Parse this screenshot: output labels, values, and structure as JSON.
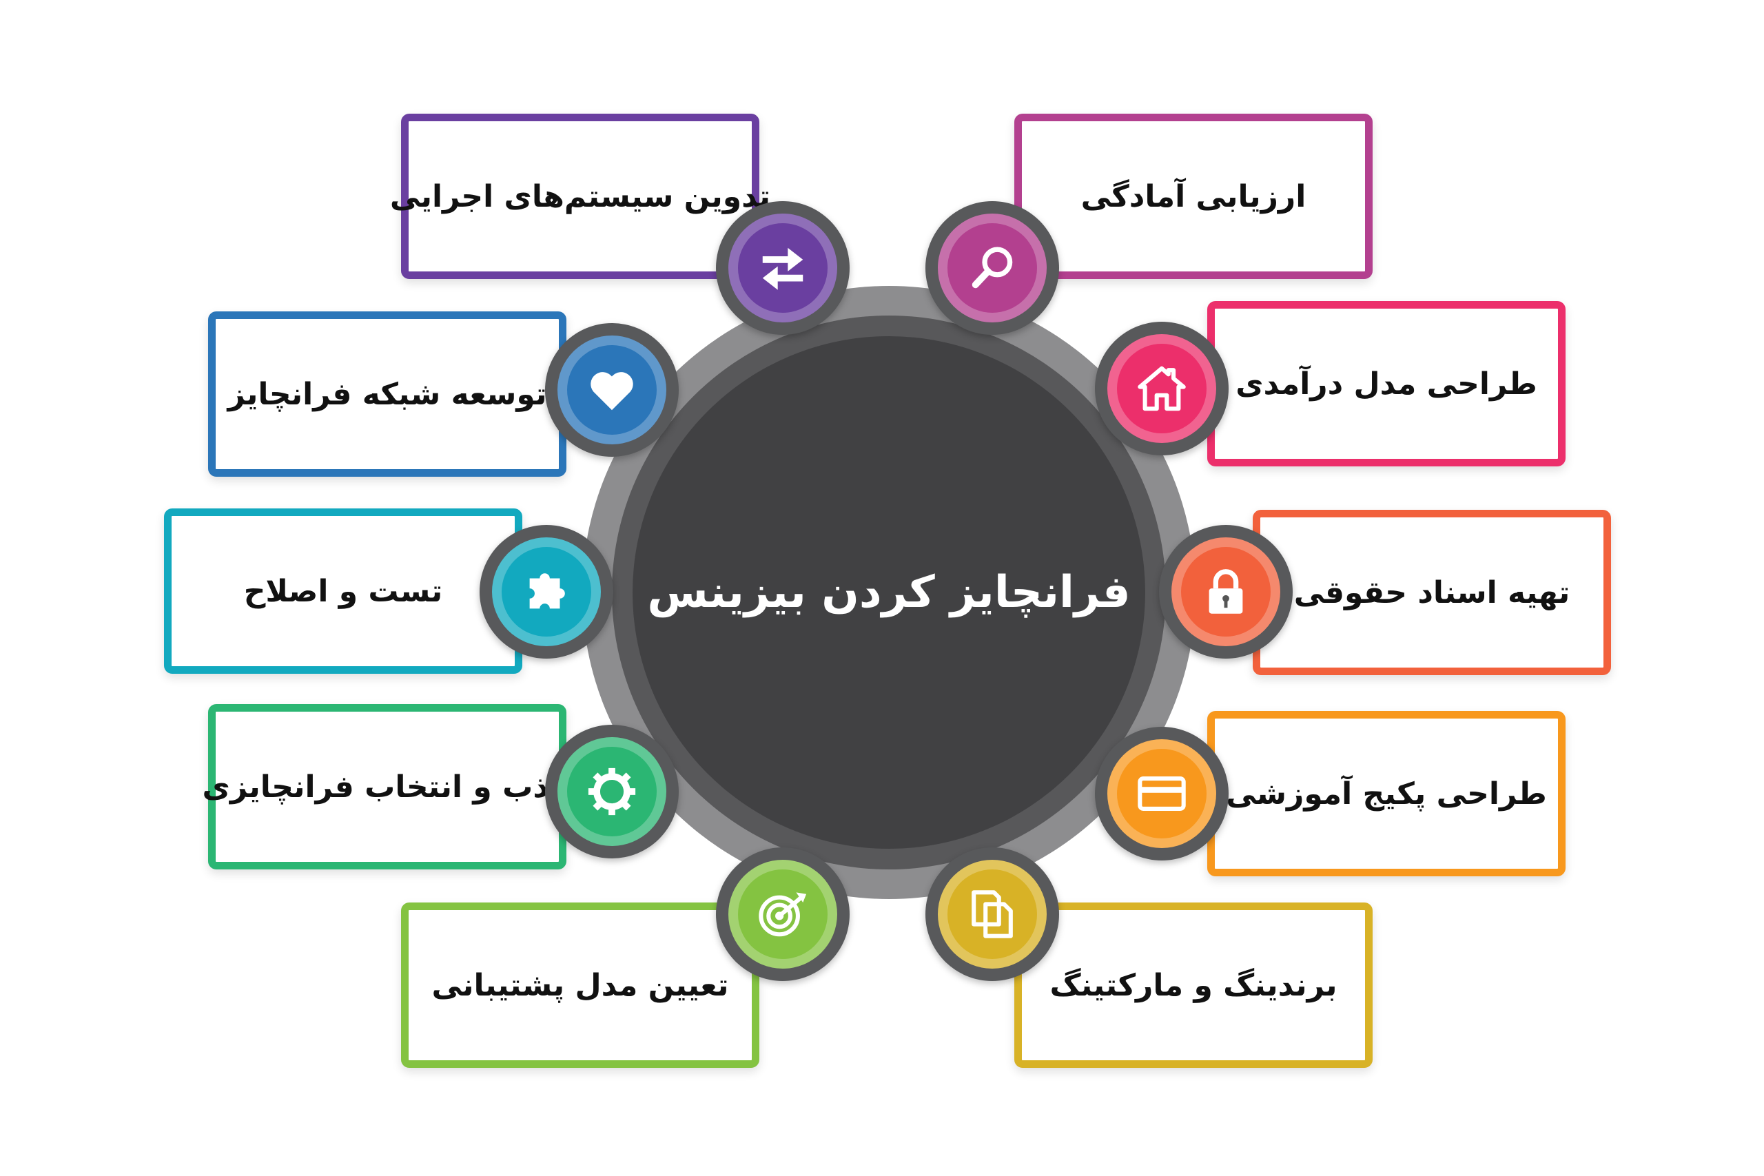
{
  "center": {
    "title": "فرانچایز کردن بیزینس"
  },
  "steps": [
    {
      "id": "readiness",
      "label": "ارزیابی آمادگی",
      "color": "#b3408f",
      "icon": "search-icon"
    },
    {
      "id": "revenue",
      "label": "طراحی مدل درآمدی",
      "color": "#ec2f6b",
      "icon": "house-icon"
    },
    {
      "id": "legal",
      "label": "تهیه اسناد حقوقی",
      "color": "#f2613c",
      "icon": "lock-icon"
    },
    {
      "id": "training",
      "label": "طراحی پکیج آموزشی",
      "color": "#f8981d",
      "icon": "card-icon"
    },
    {
      "id": "branding",
      "label": "برندینگ و مارکتینگ",
      "color": "#d8b226",
      "icon": "copy-icon"
    },
    {
      "id": "support",
      "label": "تعیین مدل پشتیبانی",
      "color": "#84c341",
      "icon": "target-icon"
    },
    {
      "id": "recruit",
      "label": "جذب و انتخاب فرانچایزی",
      "color": "#2bb673",
      "icon": "gear-icon"
    },
    {
      "id": "test",
      "label": "تست و اصلاح",
      "color": "#12a9bf",
      "icon": "puzzle-icon"
    },
    {
      "id": "network",
      "label": "توسعه شبکه فرانچایز",
      "color": "#2b76b9",
      "icon": "heart-icon"
    },
    {
      "id": "systems",
      "label": "تدوین سیستم‌های اجرایی",
      "color": "#6a3fa0",
      "icon": "arrows-icon"
    }
  ]
}
